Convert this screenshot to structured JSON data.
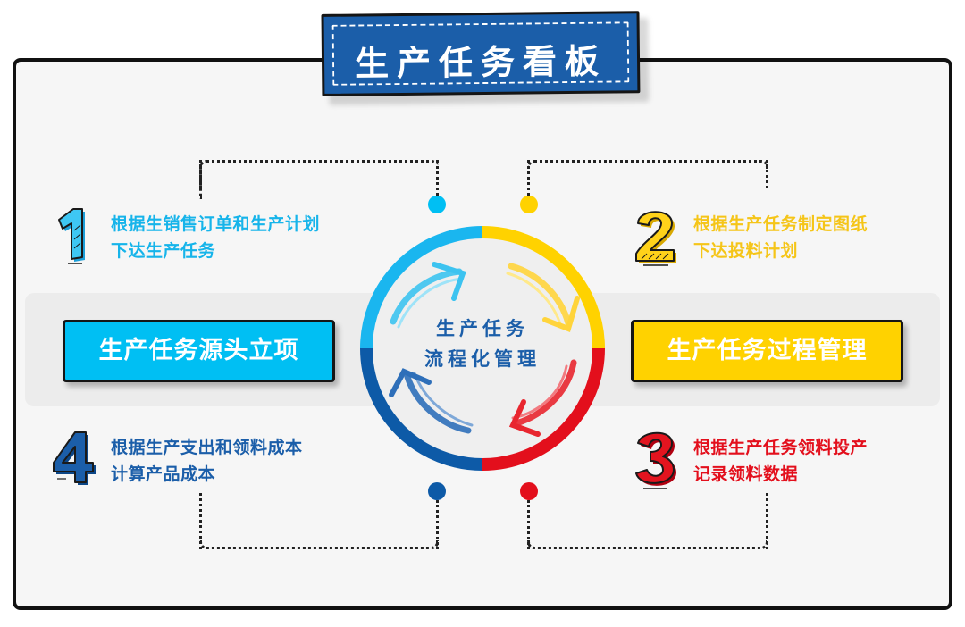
{
  "title": "生产任务看板",
  "center": {
    "line1": "生产任务",
    "line2": "流程化管理"
  },
  "buttons": {
    "left": {
      "label": "生产任务源头立项",
      "color": "#00bff3"
    },
    "right": {
      "label": "生产任务过程管理",
      "color": "#ffd200"
    }
  },
  "steps": [
    {
      "number": "1",
      "line1": "根据生销售订单和生产计划",
      "line2": "下达生产任务",
      "color": "#16b4ea"
    },
    {
      "number": "2",
      "line1": "根据生产任务制定图纸",
      "line2": "下达投料计划",
      "color": "#f5c518"
    },
    {
      "number": "3",
      "line1": "根据生产任务领料投产",
      "line2": "记录领料数据",
      "color": "#e30f1c"
    },
    {
      "number": "4",
      "line1": "根据生产支出和领料成本",
      "line2": "计算产品成本",
      "color": "#1b5ea9"
    }
  ],
  "colors": {
    "cyan": "#00bff3",
    "yellow": "#ffd200",
    "red": "#e30f1c",
    "blue": "#0d5aa7",
    "frame_bg": "#f6f6f6",
    "band_bg": "#ececec"
  }
}
